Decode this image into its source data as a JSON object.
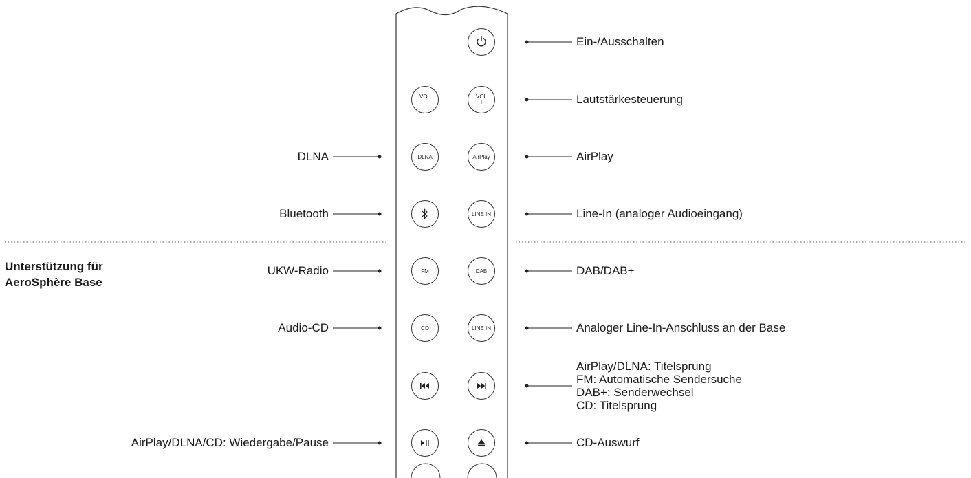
{
  "section": {
    "title_line1": "Unterstützung für",
    "title_line2": "AeroSphère Base"
  },
  "buttons": {
    "power": "⏻",
    "vol_minus_top": "VOL",
    "vol_minus_bottom": "−",
    "vol_plus_top": "VOL",
    "vol_plus_bottom": "+",
    "dlna": "DLNA",
    "airplay": "AirPlay",
    "bluetooth": "∗",
    "line_in": "LINE IN",
    "fm": "FM",
    "dab": "DAB",
    "cd": "CD",
    "line_in_base": "LINE IN",
    "prev": "⏮",
    "next": "⏭",
    "play_pause": "⏯",
    "eject": "⏏"
  },
  "labels_right": {
    "power": "Ein-/Ausschalten",
    "volume": "Lautstärkesteuerung",
    "airplay": "AirPlay",
    "line_in": "Line-In (analoger Audioeingang)",
    "dab": "DAB/DAB+",
    "line_in_base": "Analoger Line-In-Anschluss an der Base",
    "skip_line1": "AirPlay/DLNA: Titelsprung",
    "skip_line2": "FM: Automatische Sendersuche",
    "skip_line3": "DAB+: Senderwechsel",
    "skip_line4": "CD: Titelsprung",
    "eject": "CD-Auswurf"
  },
  "labels_left": {
    "dlna": "DLNA",
    "bluetooth": "Bluetooth",
    "fm": "UKW-Radio",
    "cd": "Audio-CD",
    "play_pause": "AirPlay/DLNA/CD: Wiedergabe/Pause"
  }
}
